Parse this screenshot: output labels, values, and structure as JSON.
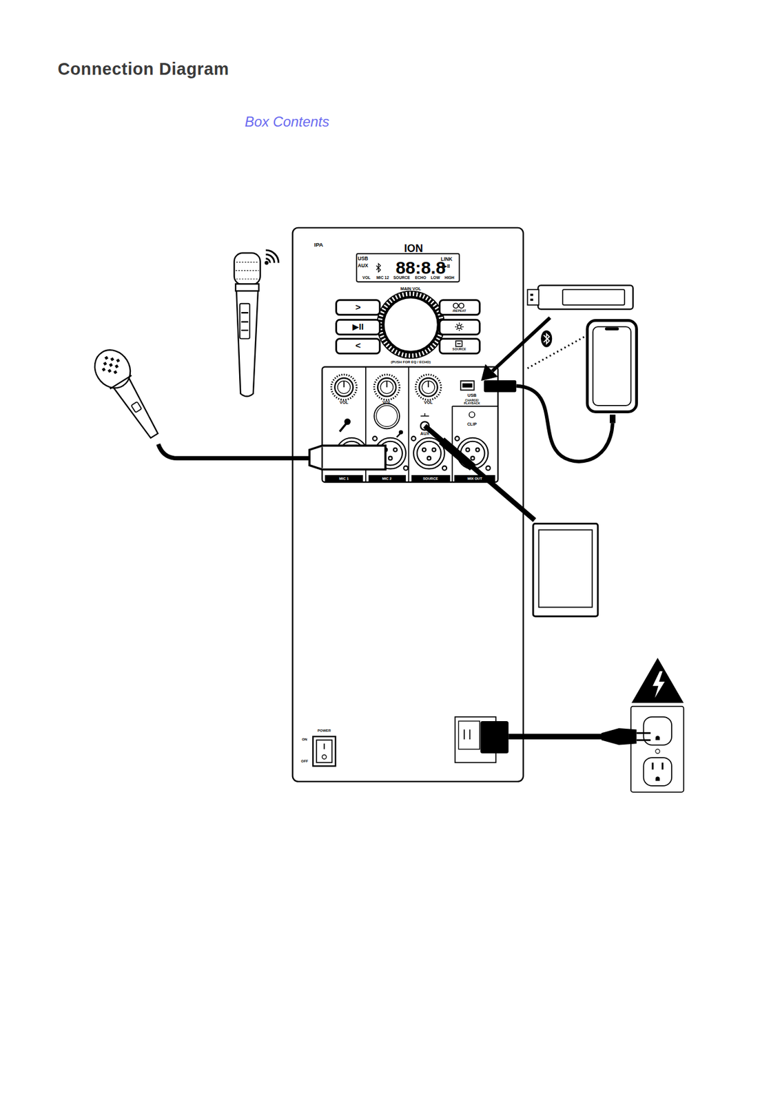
{
  "diagram": {
    "title": "Connection Diagram",
    "labels": [
      "Box Contents",
      "IPA",
      "ION",
      "USB",
      "AUX",
      "88:8.8",
      "LINK",
      "▶II",
      "VOL",
      "MIC 12",
      "SOURCE",
      "ECHO",
      "LOW",
      "HIGH",
      "MAIN VOL",
      ">",
      "▶II",
      "<",
      "/REPEAT",
      "SOURCE",
      "(PUSH FOR EQ / ECHO)",
      "VOL",
      "VOL",
      "VOL",
      "USB",
      "CHARGE/ PLAYBACK",
      "AUX",
      "CLIP",
      "MIC 1",
      "MIC 2",
      "SOURCE",
      "MIX OUT",
      "POWER",
      "ON",
      "OFF"
    ]
  }
}
